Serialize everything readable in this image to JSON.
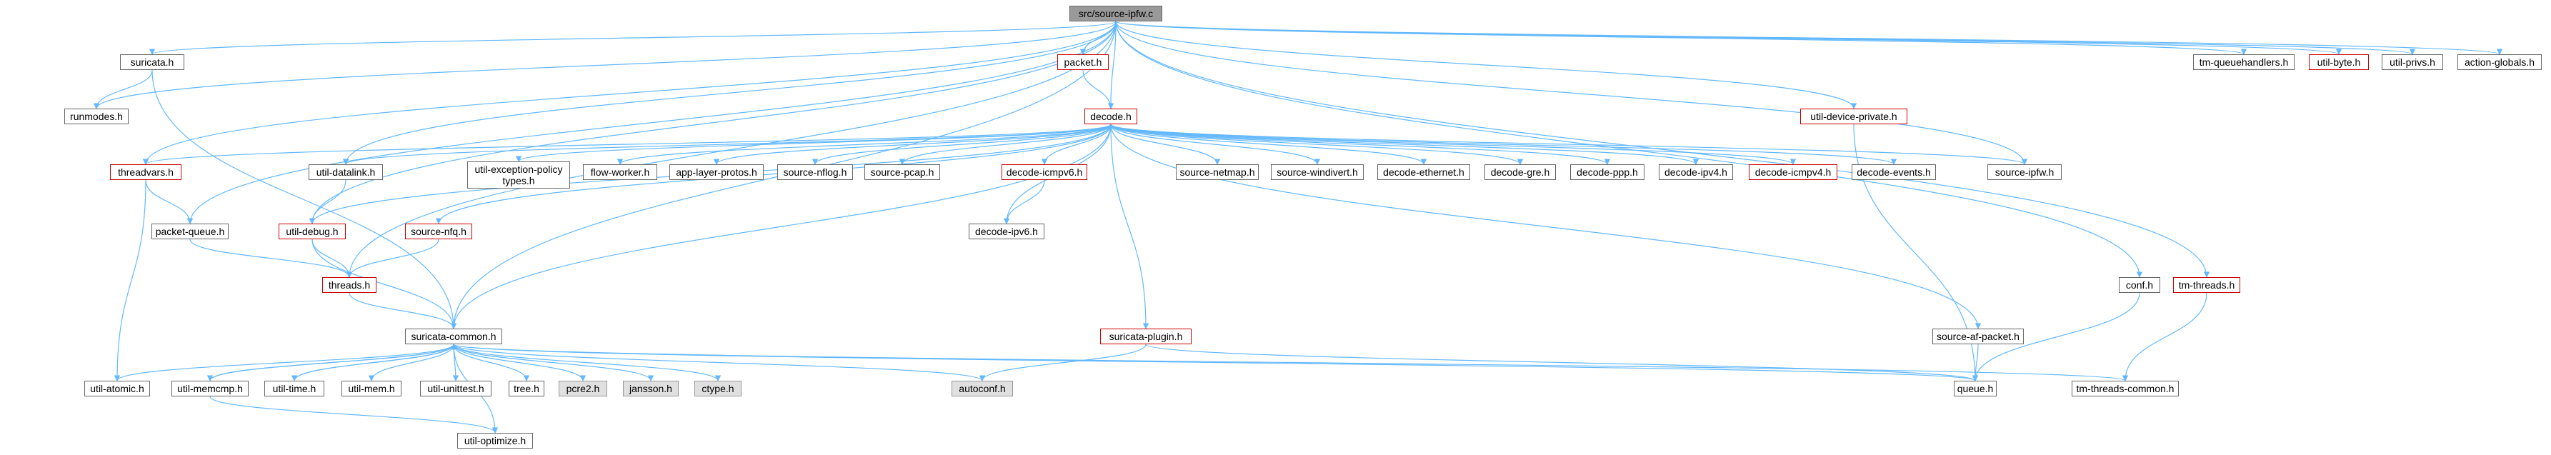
{
  "colors": {
    "edge": "#63b8ff",
    "red_border": "#cc0000",
    "root_fill": "#999999",
    "grey_fill": "#e0e0e0"
  },
  "nodes": {
    "root": "src/source-ipfw.c",
    "suricata_h": "suricata.h",
    "runmodes_h": "runmodes.h",
    "packet_h": "packet.h",
    "decode_h": "decode.h",
    "threadvars_h": "threadvars.h",
    "packet_queue_h": "packet-queue.h",
    "util_datalink_h": "util-datalink.h",
    "util_debug_h": "util-debug.h",
    "threads_h": "threads.h",
    "source_nfq_h": "source-nfq.h",
    "util_exception_policy_types_h": "util-exception-policy\ntypes.h",
    "flow_worker_h": "flow-worker.h",
    "app_layer_protos_h": "app-layer-protos.h",
    "source_nflog_h": "source-nflog.h",
    "source_pcap_h": "source-pcap.h",
    "decode_icmpv6_h": "decode-icmpv6.h",
    "decode_ipv6_h": "decode-ipv6.h",
    "source_netmap_h": "source-netmap.h",
    "source_windivert_h": "source-windivert.h",
    "decode_ethernet_h": "decode-ethernet.h",
    "decode_gre_h": "decode-gre.h",
    "decode_ppp_h": "decode-ppp.h",
    "decode_ipv4_h": "decode-ipv4.h",
    "decode_icmpv4_h": "decode-icmpv4.h",
    "decode_events_h": "decode-events.h",
    "source_ipfw_h": "source-ipfw.h",
    "util_device_private_h": "util-device-private.h",
    "suricata_plugin_h": "suricata-plugin.h",
    "source_af_packet_h": "source-af-packet.h",
    "suricata_common_h": "suricata-common.h",
    "util_atomic_h": "util-atomic.h",
    "util_memcmp_h": "util-memcmp.h",
    "util_time_h": "util-time.h",
    "util_mem_h": "util-mem.h",
    "util_unittest_h": "util-unittest.h",
    "tree_h": "tree.h",
    "pcre2_h": "pcre2.h",
    "jansson_h": "jansson.h",
    "ctype_h": "ctype.h",
    "autoconf_h": "autoconf.h",
    "util_optimize_h": "util-optimize.h",
    "queue_h": "queue.h",
    "tm_threads_common_h": "tm-threads-common.h",
    "conf_h": "conf.h",
    "tm_threads_h": "tm-threads.h",
    "tm_queuehandlers_h": "tm-queuehandlers.h",
    "util_byte_h": "util-byte.h",
    "util_privs_h": "util-privs.h",
    "action_globals_h": "action-globals.h"
  }
}
